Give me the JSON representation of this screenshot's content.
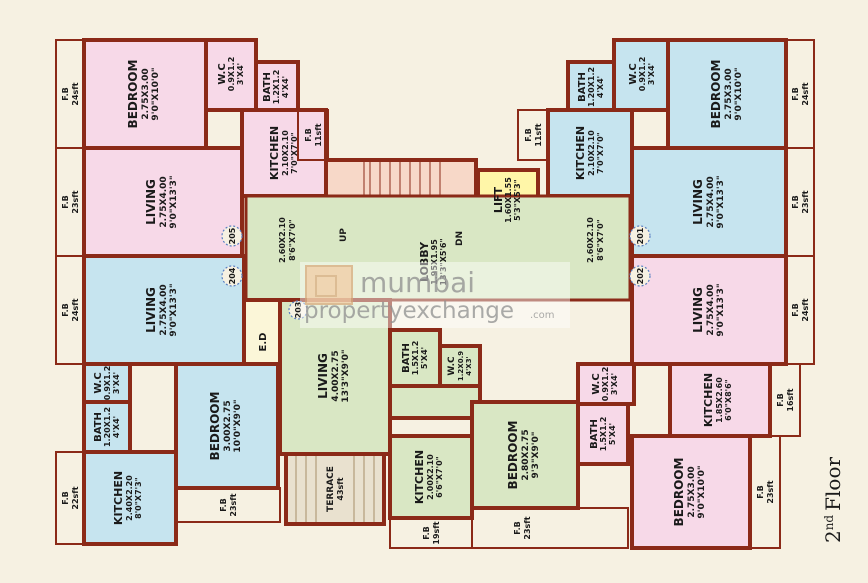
{
  "colors": {
    "pink": "#f7d9e8",
    "blue": "#c6e4ef",
    "green": "#d9e7c4",
    "yellow": "#fff6a8",
    "wall": "#8b2a18",
    "stair": "#f7d8c8",
    "ed": "#fbf6d8"
  },
  "rooms": {
    "tl_bedroom": {
      "name": "BEDROOM",
      "size": "2.75X3.00",
      "ft": "9'0\"X10'0\""
    },
    "tl_wc": {
      "name": "W.C",
      "size": "0.9X1.2",
      "ft": "3'X4'"
    },
    "tl_bath": {
      "name": "BATH",
      "size": "1.2X1.2",
      "ft": "4'X4'"
    },
    "tl_kitchen": {
      "name": "KITCHEN",
      "size": "2.10X2.10",
      "ft": "7'0\"X7'0\""
    },
    "tl_living": {
      "name": "LIVING",
      "size": "2.75X4.00",
      "ft": "9'0\"X13'3\""
    },
    "tr_bedroom": {
      "name": "BEDROOM",
      "size": "2.75X3.00",
      "ft": "9'0\"X10'0\""
    },
    "tr_wc": {
      "name": "W.C",
      "size": "0.9X1.2",
      "ft": "3'X4'"
    },
    "tr_bath": {
      "name": "BATH",
      "size": "1.20X1.2",
      "ft": "4'X4'"
    },
    "tr_kitchen": {
      "name": "KITCHEN",
      "size": "2.10X2.10",
      "ft": "7'0\"X7'0\""
    },
    "tr_living": {
      "name": "LIVING",
      "size": "2.75X4.00",
      "ft": "9'0\"X13'3\""
    },
    "lift": {
      "name": "LIFT",
      "size": "1.60X1.55",
      "ft": "5'3\"X5'3\""
    },
    "lobby": {
      "name": "LOBBY",
      "size": "1.95X1.95",
      "ft": "13'3\"X5'6\""
    },
    "passage_left": {
      "size": "2.60X2.10",
      "ft": "8'6\"X7'0\""
    },
    "passage_right": {
      "size": "2.60X2.10",
      "ft": "8'6\"X7'0\""
    },
    "ml_living": {
      "name": "LIVING",
      "size": "2.75X4.00",
      "ft": "9'0\"X13'3\""
    },
    "ml_wc": {
      "name": "W.C",
      "size": "0.9X1.2",
      "ft": "3'X4'"
    },
    "ml_bath": {
      "name": "BATH",
      "size": "1.20X1.2",
      "ft": "4'X4'"
    },
    "ml_bedroom": {
      "name": "BEDROOM",
      "size": "3.00X2.75",
      "ft": "10'0\"X9'0\""
    },
    "ml_kitchen": {
      "name": "KITCHEN",
      "size": "2.40X2.20",
      "ft": "8'0\"X7'3\""
    },
    "ed": {
      "name": "E.D"
    },
    "c_living": {
      "name": "LIVING",
      "size": "4.00X2.75",
      "ft": "13'3\"X9'0\""
    },
    "c_bath": {
      "name": "BATH",
      "size": "1.5X1.2",
      "ft": "5'X4'"
    },
    "c_wc": {
      "name": "W.C",
      "size": "1.2X0.9",
      "ft": "4'X3'"
    },
    "c_terrace": {
      "name": "TERRACE",
      "area": "43sft"
    },
    "c_kitchen": {
      "name": "KITCHEN",
      "size": "2.00X2.10",
      "ft": "6'6\"X7'0\""
    },
    "c_bedroom": {
      "name": "BEDROOM",
      "size": "2.80X2.75",
      "ft": "9'3\"X9'0\""
    },
    "mr_living": {
      "name": "LIVING",
      "size": "2.75X4.00",
      "ft": "9'0\"X13'3\""
    },
    "mr_wc": {
      "name": "W.C",
      "size": "0.9X1.2",
      "ft": "3'X4'"
    },
    "mr_bath": {
      "name": "BATH",
      "size": "1.5X1.2",
      "ft": "5'X4'"
    },
    "mr_kitchen": {
      "name": "KITCHEN",
      "size": "1.85X2.60",
      "ft": "6'0\"X8'6\""
    },
    "mr_bedroom": {
      "name": "BEDROOM",
      "size": "2.75X3.00",
      "ft": "9'0\"X10'0\""
    }
  },
  "fb": {
    "label": "F.B",
    "l1": "24sft",
    "l2": "23sft",
    "l3": "24sft",
    "l4": "22sft",
    "l5": "23sft",
    "l6": "11sft",
    "r1": "24sft",
    "r2": "23sft",
    "r3": "24sft",
    "r4": "16sft",
    "r5": "23sft",
    "r6": "11sft",
    "b1": "19sft",
    "b2": "23sft"
  },
  "doors": {
    "d1": "201",
    "d2": "202",
    "d3": "203",
    "d4": "204",
    "d5": "205"
  },
  "stairs": {
    "up": "UP",
    "dn": "DN"
  },
  "watermark": {
    "line1": "mumbai",
    "line2": "propertyexchange",
    ".com": ".com"
  },
  "floor": {
    "number": "2",
    "suffix": "nd",
    "label": "Floor"
  }
}
